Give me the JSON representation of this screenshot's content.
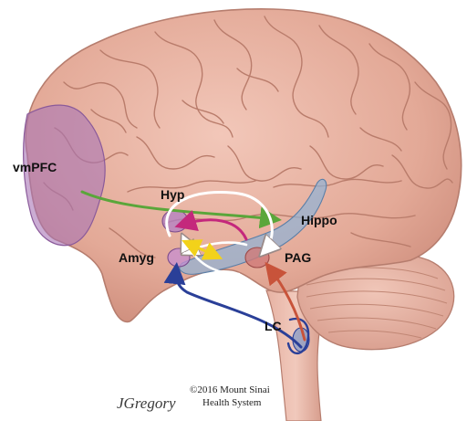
{
  "labels": {
    "vmpfc": "vmPFC",
    "hyp": "Hyp",
    "hippo": "Hippo",
    "amyg": "Amyg",
    "pag": "PAG",
    "lc": "LC"
  },
  "credit": {
    "signature": "JGregory",
    "line1": "©2016 Mount Sinai",
    "line2": "Health System"
  },
  "colors": {
    "brain_cortex": "#e8b4a6",
    "vmpfc_region": "#a874b6",
    "hippocampus": "#8eb2d6",
    "pathway_green": "#5aa63a",
    "pathway_magenta": "#c4287c",
    "pathway_white": "#ffffff",
    "pathway_yellow": "#f2d21a",
    "pathway_blue": "#2a3f98",
    "pathway_red": "#c8533a"
  }
}
